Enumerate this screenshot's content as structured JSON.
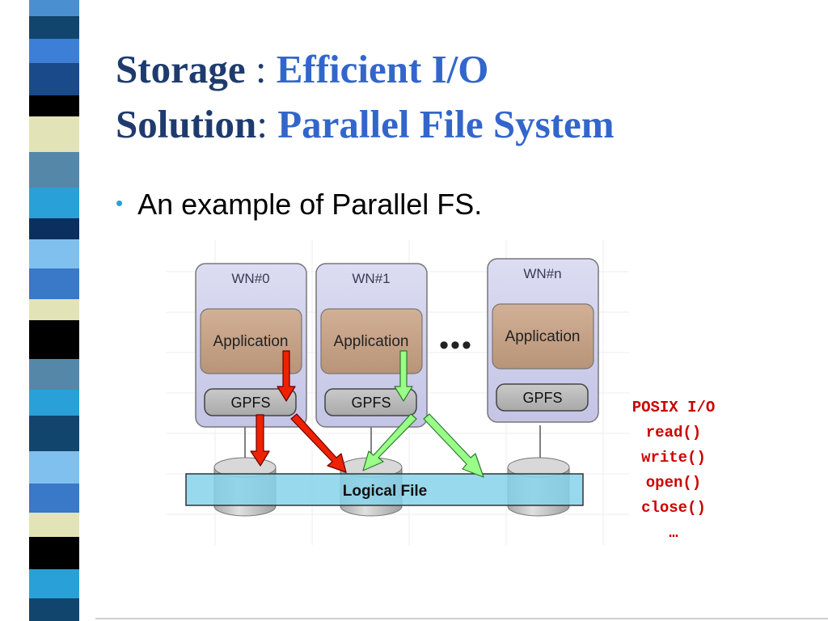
{
  "slide": {
    "title_line1_a": "Storage",
    "title_line1_sep": " : ",
    "title_line1_b": "Efficient I/O",
    "title_line2_a": "Solution",
    "title_line2_sep": ":  ",
    "title_line2_b": "Parallel File System",
    "bullet": "An example of Parallel FS.",
    "bullet_icon": "bullet-dot"
  },
  "diagram": {
    "nodes": [
      {
        "label": "WN#0",
        "app": "Application",
        "fs": "GPFS"
      },
      {
        "label": "WN#1",
        "app": "Application",
        "fs": "GPFS"
      },
      {
        "label": "WN#n",
        "app": "Application",
        "fs": "GPFS"
      }
    ],
    "ellipsis": "•••",
    "logical_file": "Logical File",
    "colors": {
      "red_arrow": "#ee2200",
      "green_arrow": "#99ff88",
      "node_fill": "#ccccee",
      "app_fill": "#c8a68a",
      "logical_fill": "#87d2ea"
    }
  },
  "posix": {
    "heading": "POSIX I/O",
    "calls": [
      "read()",
      "write()",
      "open()",
      "close()",
      "…"
    ]
  }
}
